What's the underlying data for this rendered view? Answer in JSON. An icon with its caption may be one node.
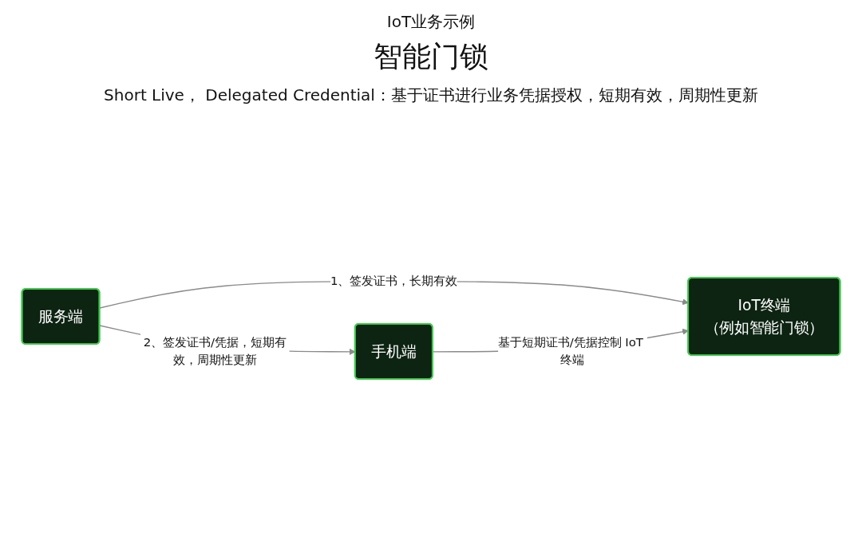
{
  "diagram": {
    "title": "智能门锁",
    "nodes": [
      {
        "text": [
          "服务端"
        ]
      },
      {
        "text": [
          "IoT终端",
          "（例如智能门锁）"
        ]
      },
      {
        "text": [
          "手机端"
        ]
      }
    ],
    "edges": [
      {
        "from": 0,
        "to": 1,
        "arrow": "to",
        "label": "1、签发证书，长期有效"
      },
      {
        "from": 0,
        "to": 2,
        "arrow": "to",
        "label": "2、签发证书/凭据，短期有效，周期性更新"
      },
      {
        "from": 2,
        "to": 1,
        "arrow": "to",
        "label": "基于短期证书/凭据控制 IoT 终端"
      }
    ],
    "labels": [
      "IoT业务示例",
      "Short Live， Delegated Credential：基于证书进行业务凭据授权，短期有效，周期性更新"
    ]
  }
}
